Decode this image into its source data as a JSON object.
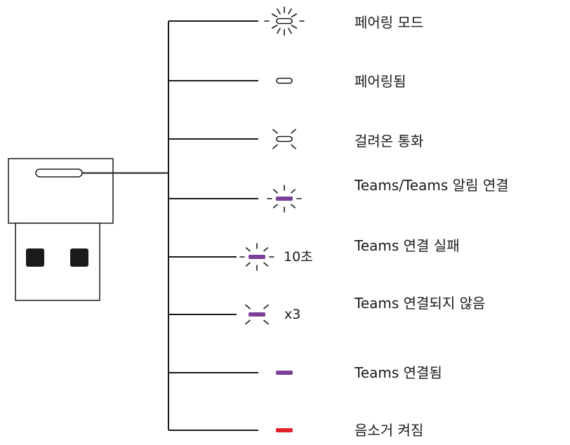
{
  "colors": {
    "line": "#1a1a1a",
    "white_led": "#ffffff",
    "purple_led": "#7b3f98",
    "red_led": "#e4202a"
  },
  "states": [
    {
      "label": "페어링 모드",
      "led": "white",
      "pattern": "pulse-fast",
      "note": ""
    },
    {
      "label": "페어링됨",
      "led": "white",
      "pattern": "solid",
      "note": ""
    },
    {
      "label": "걸려온 통화",
      "led": "white",
      "pattern": "blink",
      "note": ""
    },
    {
      "label": "Teams/Teams 알림 연결",
      "led": "purple",
      "pattern": "pulse",
      "note": ""
    },
    {
      "label": "Teams 연결 실패",
      "led": "purple",
      "pattern": "pulse",
      "note": "10초"
    },
    {
      "label": "Teams 연결되지 않음",
      "led": "purple",
      "pattern": "blink",
      "note": "x3"
    },
    {
      "label": "Teams 연결됨",
      "led": "purple",
      "pattern": "solid",
      "note": ""
    },
    {
      "label": "음소거 켜짐",
      "led": "red",
      "pattern": "solid",
      "note": ""
    }
  ]
}
